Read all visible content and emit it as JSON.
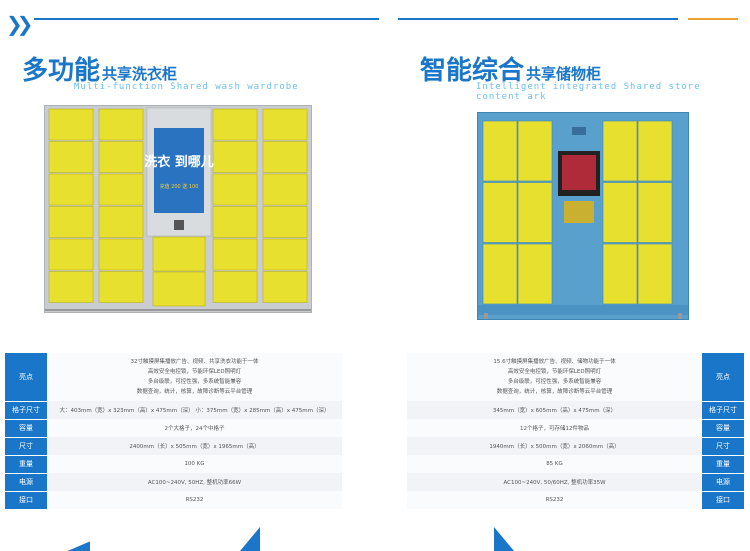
{
  "left": {
    "title_big": "多功能",
    "title_small": "共享洗衣柜",
    "subtitle": "Multi-function Shared wash wardrobe",
    "screen_text": "洗衣 到哪儿",
    "screen_promo": "充值 200 送 100",
    "specs": [
      {
        "label": "亮点",
        "lines": [
          "32寸触摸屏集播放广告、视频、共享洗衣功能于一体",
          "高效安全电控锁，节能环保LED照明灯",
          "多台级联，可控性强，多系统智能兼容",
          "数据查询，统计，核算，故障诊断等云平台管理"
        ]
      },
      {
        "label": "格子尺寸",
        "lines": [
          "大：403mm（宽）x 323mm（高）x 475mm（深）      小：375mm（宽）x 285mm（高）x 475mm（深）"
        ]
      },
      {
        "label": "容量",
        "lines": [
          "2个大格子，24个中格子"
        ]
      },
      {
        "label": "尺寸",
        "lines": [
          "2400mm（长）x 505mm（宽）x 1965mm（高）"
        ]
      },
      {
        "label": "重量",
        "lines": [
          "100 KG"
        ]
      },
      {
        "label": "电源",
        "lines": [
          "AC100~240V, 50HZ, 整机功率66W"
        ]
      },
      {
        "label": "接口",
        "lines": [
          "RS232"
        ]
      }
    ]
  },
  "right": {
    "title_big": "智能综合",
    "title_small": "共享储物柜",
    "subtitle": "Intelligent integrated Shared store content ark",
    "specs": [
      {
        "label": "亮点",
        "lines": [
          "15.6寸触摸屏集播放广告、视频、储物功能于一体",
          "高效安全电控锁，节能环保LED照明灯",
          "多台级联，可控性强，多系统智能兼容",
          "数据查询，统计，核算，故障诊断等云平台管理"
        ]
      },
      {
        "label": "格子尺寸",
        "lines": [
          "345mm（宽）x 605mm（高）x 475mm（深）"
        ]
      },
      {
        "label": "容量",
        "lines": [
          "12个格子，可存储12件物品"
        ]
      },
      {
        "label": "尺寸",
        "lines": [
          "1940mm（长）x 500mm（宽）x 2060mm（高）"
        ]
      },
      {
        "label": "重量",
        "lines": [
          "85 KG"
        ]
      },
      {
        "label": "电源",
        "lines": [
          "AC100~240V, 50/60HZ, 整机功率35W"
        ]
      },
      {
        "label": "接口",
        "lines": [
          "RS232"
        ]
      }
    ]
  },
  "colors": {
    "brand_blue": "#1a76c9",
    "light_blue": "#6cc0ee",
    "door_yellow": "#e8e02e"
  }
}
